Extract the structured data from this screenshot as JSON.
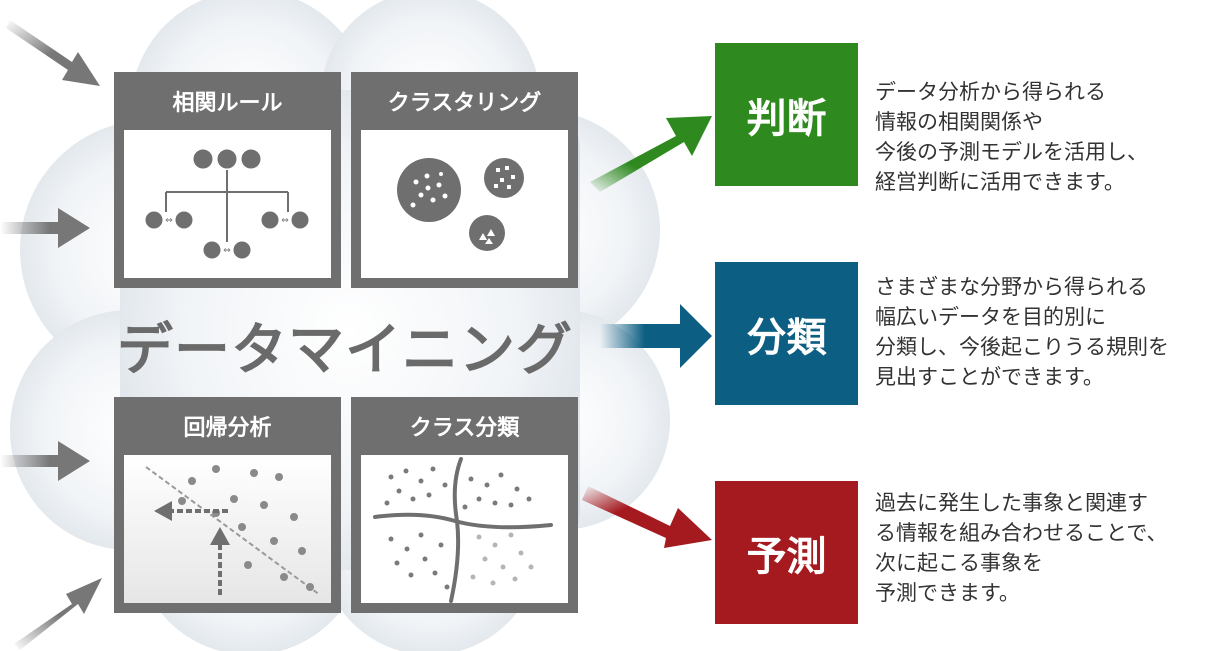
{
  "center": {
    "title": "データマイニング"
  },
  "panels": {
    "association": {
      "title": "相関ルール"
    },
    "clustering": {
      "title": "クラスタリング"
    },
    "regression": {
      "title": "回帰分析"
    },
    "classification": {
      "title": "クラス分類"
    }
  },
  "outputs": [
    {
      "label": "判断",
      "color": "#2e8a1f",
      "lines": [
        "データ分析から得られる",
        "情報の相関関係や",
        "今後の予測モデルを活用し、",
        "経営判断に活用できます。"
      ]
    },
    {
      "label": "分類",
      "color": "#0c5e82",
      "lines": [
        "さまざまな分野から得られる",
        "幅広いデータを目的別に",
        "分類し、今後起こりうる規則を",
        "見出すことができます。"
      ]
    },
    {
      "label": "予測",
      "color": "#a51a1f",
      "lines": [
        "過去に発生した事象と関連す",
        "る情報を組み合わせることで、",
        "次に起こる事象を",
        "予測できます。"
      ]
    }
  ],
  "icons": {
    "cloud": "cloud-background",
    "input_arrows": "arrow-icon",
    "output_arrows": "arrow-icon"
  }
}
